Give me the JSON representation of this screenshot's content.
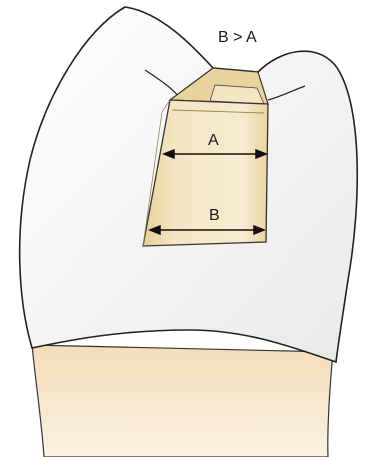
{
  "labels": {
    "relation": "B > A",
    "a": "A",
    "b": "B"
  },
  "colors": {
    "enamel": "#f4f4f4",
    "enamel_shade": "#e2e2e2",
    "outline": "#222222",
    "preparation": "#f2e2bd",
    "preparation_dark": "#e2c991",
    "root": "#f6e6cc",
    "arrow": "#111111"
  }
}
